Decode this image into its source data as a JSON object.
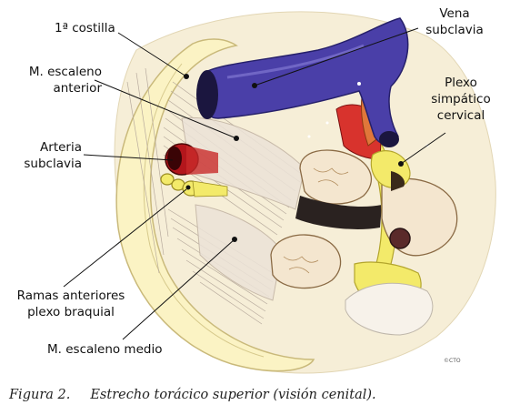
{
  "labels": {
    "costilla": "1ª costilla",
    "vena": [
      "Vena",
      "subclavia"
    ],
    "escaleno_anterior": [
      "M. escaleno",
      "anterior"
    ],
    "plexo_simpatico": [
      "Plexo",
      "simpático",
      "cervical"
    ],
    "arteria": [
      "Arteria",
      "subclavia"
    ],
    "ramas": [
      "Ramas anteriores",
      "plexo braquial"
    ],
    "escaleno_medio": "M. escaleno medio"
  },
  "caption": {
    "number": "Figura 2.",
    "text": "Estrecho torácico superior (visión cenital)."
  },
  "copyright": "©CTO",
  "colors": {
    "vein": "#4a3fa8",
    "artery": "#b3161c",
    "nerve": "#f3ea6a",
    "bone": "#fbf3c4",
    "muscle": "#efe6dc"
  }
}
